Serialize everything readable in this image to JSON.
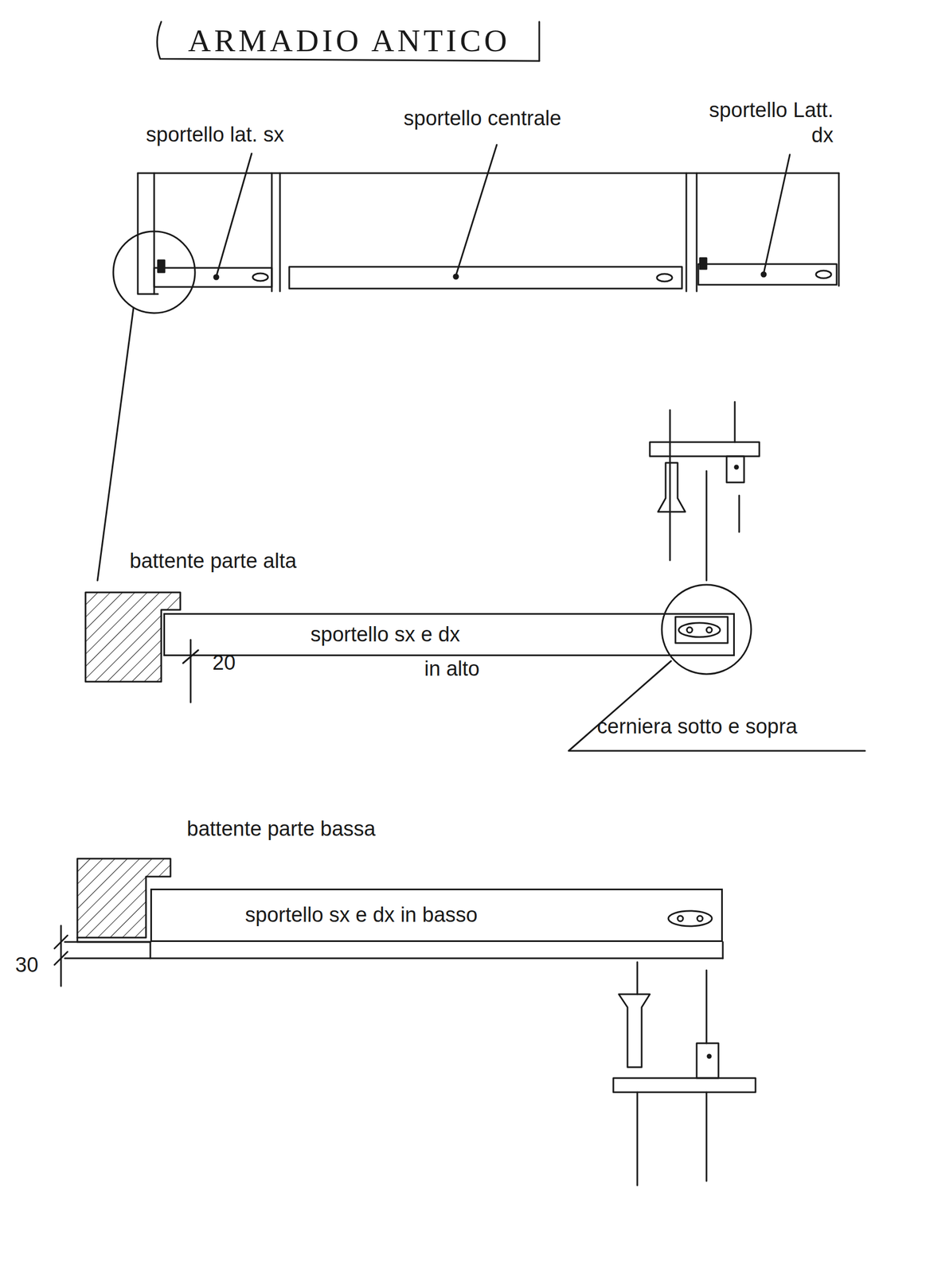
{
  "diagram": {
    "title": "ARMADIO ANTICO",
    "nodes": [
      {
        "text": [
          "sportello sx e dx",
          "in alto"
        ]
      },
      {
        "text": [
          "sportello sx e dx in basso"
        ]
      }
    ],
    "labels": [
      "sportello lat. sx",
      "sportello centrale",
      "sportello Latt. dx",
      "battente parte alta",
      "20",
      "cerniera sotto e sopra",
      "battente parte bassa",
      "30"
    ]
  }
}
